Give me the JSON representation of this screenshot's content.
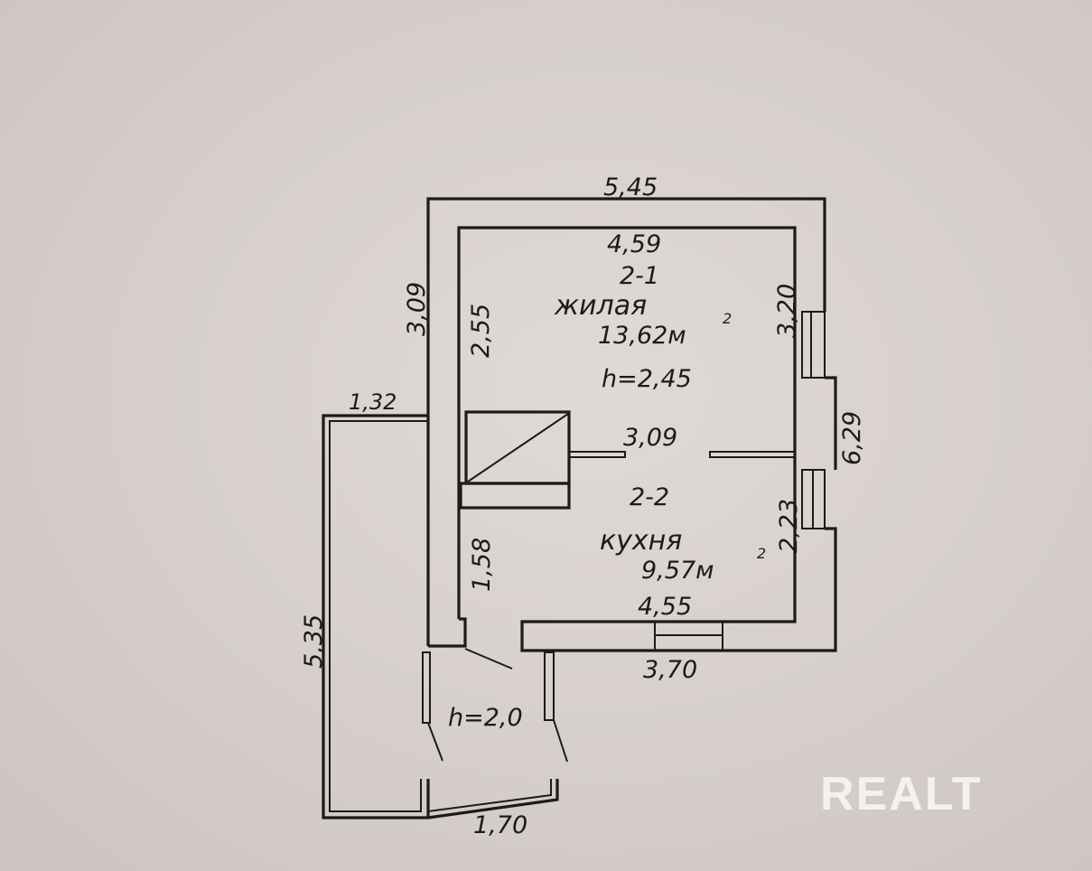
{
  "plan": {
    "outer_dimensions": {
      "top": "5,45",
      "left": "3,09",
      "right": "6,29",
      "bottom": "3,70"
    },
    "room_2_1": {
      "id": "2-1",
      "name": "жилая",
      "area": "13,62м",
      "area_unit_sup": "2",
      "height": "h=2,45",
      "width": "4,59",
      "left_depth": "2,55",
      "right_depth": "3,20"
    },
    "room_2_2": {
      "id": "2-2",
      "name": "кухня",
      "area": "9,57м",
      "area_unit_sup": "2",
      "width": "4,55",
      "partition": "3,09",
      "left_depth": "1,58",
      "right_depth": "2,23"
    },
    "veranda": {
      "top": "1,32",
      "length": "5,35",
      "bottom": "1,70",
      "height": "h=2,0"
    }
  },
  "watermark": {
    "logo": "REALT"
  },
  "colors": {
    "paper": "#d9d2ce",
    "ink": "#1c1a1a",
    "watermark": "#f4f1ef"
  }
}
